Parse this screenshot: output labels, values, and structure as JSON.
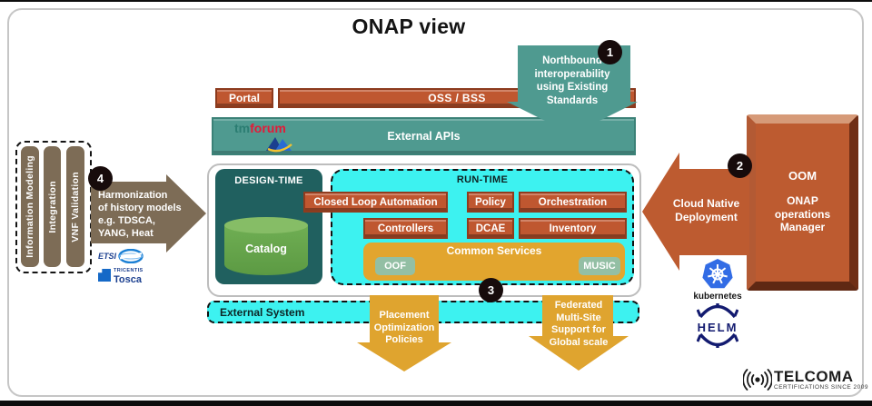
{
  "title": "ONAP view",
  "badges": {
    "one": "1",
    "two": "2",
    "three": "3",
    "four": "4"
  },
  "top_bar": {
    "portal": "Portal",
    "oss_bss": "OSS / BSS"
  },
  "external_apis": {
    "label": "External APIs",
    "tmforum_tm": "tm",
    "tmforum_forum": "forum"
  },
  "northbound_arrow": {
    "lines": [
      "Northbound",
      "interoperability",
      "using Existing",
      "Standards"
    ]
  },
  "design_time": {
    "label": "DESIGN-TIME",
    "catalog": "Catalog"
  },
  "run_time": {
    "label": "RUN-TIME",
    "boxes_row1": [
      "Closed Loop Automation",
      "Policy",
      "Orchestration"
    ],
    "boxes_row2": [
      "Controllers",
      "DCAE",
      "Inventory"
    ],
    "common_services": {
      "label": "Common Services",
      "oof": "OOF",
      "music": "MUSIC"
    }
  },
  "left_panel": {
    "vertical_items": [
      "Information Modeling",
      "Integration",
      "VNF Validation"
    ],
    "harmonization_arrow": {
      "lines": [
        "Harmonization",
        "of history models",
        "e.g. TDSCA,",
        "YANG, Heat"
      ]
    },
    "logos": {
      "etsi": "ETSI",
      "tricentis": "TRICENTIS",
      "tosca": "Tosca"
    }
  },
  "right_panel": {
    "cloud_arrow": {
      "lines": [
        "Cloud Native",
        "Deployment"
      ]
    },
    "oom": {
      "title": "OOM",
      "lines": [
        "ONAP",
        "operations",
        "Manager"
      ]
    },
    "logos": {
      "kubernetes": "kubernetes",
      "helm": "HELM"
    }
  },
  "bottom": {
    "external_system": "External System",
    "placement_arrow": {
      "lines": [
        "Placement",
        "Optimization",
        "Policies"
      ]
    },
    "federated_arrow": {
      "lines": [
        "Federated",
        "Multi-Site",
        "Support for",
        "Global scale"
      ]
    }
  },
  "footer": {
    "brand": "TELCOMA",
    "tagline": "CERTIFICATIONS SINCE 2009"
  },
  "colors": {
    "orange": "#bf5730",
    "teal": "#4f9a90",
    "dark_teal": "#20605f",
    "cyan": "#3df2f0",
    "yellow_gold": "#e2a52e",
    "sage": "#93bfa4",
    "brown": "#7d6c56",
    "catalog_green": "#68a54d",
    "badge_black": "#170b0b",
    "kubernetes_blue": "#326ce5",
    "helm_navy": "#131b70",
    "tmforum_red": "#e51937",
    "etsi_blue": "#1b3f8f"
  }
}
